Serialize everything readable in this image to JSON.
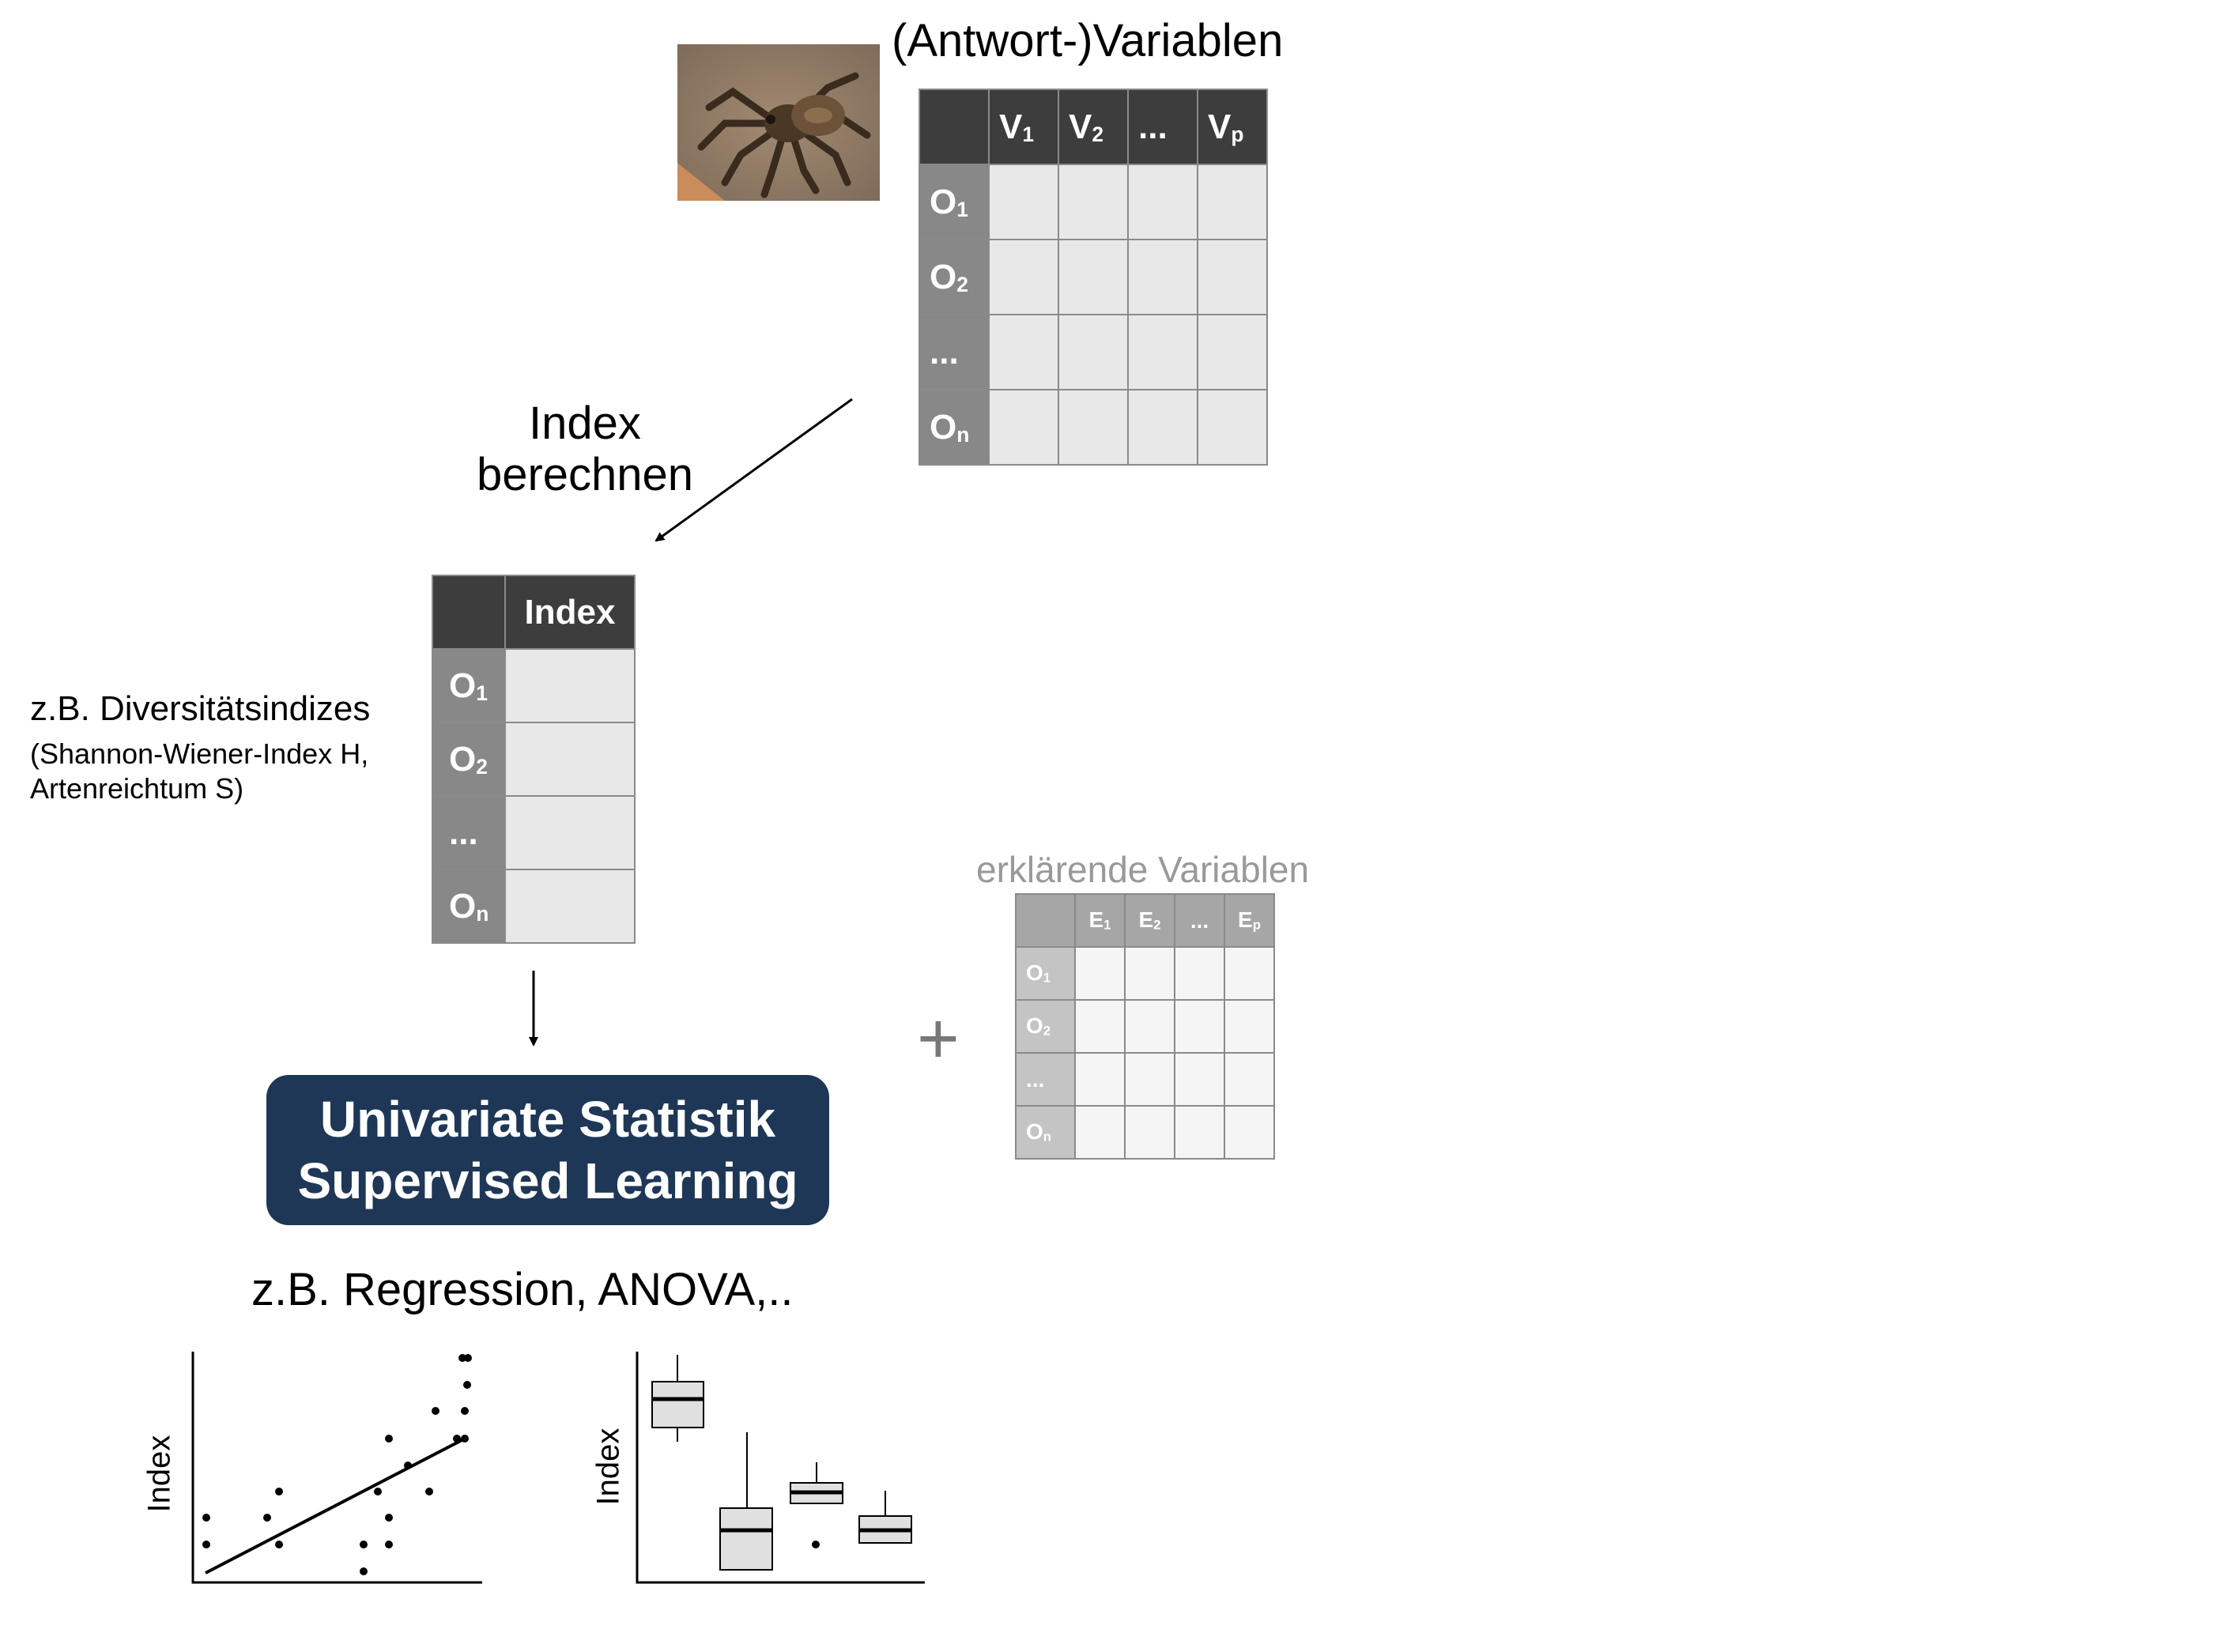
{
  "response_title": "(Antwort-)Variablen",
  "response_table": {
    "columns": [
      {
        "base": "V",
        "sub": "1"
      },
      {
        "base": "V",
        "sub": "2"
      },
      {
        "base": "...",
        "sub": ""
      },
      {
        "base": "V",
        "sub": "p"
      }
    ],
    "rows": [
      {
        "base": "O",
        "sub": "1"
      },
      {
        "base": "O",
        "sub": "2"
      },
      {
        "base": "...",
        "sub": ""
      },
      {
        "base": "O",
        "sub": "n"
      }
    ]
  },
  "index_step": {
    "line1": "Index",
    "line2": "berechnen"
  },
  "index_table": {
    "column": "Index",
    "rows": [
      {
        "base": "O",
        "sub": "1"
      },
      {
        "base": "O",
        "sub": "2"
      },
      {
        "base": "...",
        "sub": ""
      },
      {
        "base": "O",
        "sub": "n"
      }
    ]
  },
  "diversity": {
    "title": "z.B. Diversitätsindizes",
    "line1": "(Shannon-Wiener-Index H,",
    "line2": "Artenreichtum S)"
  },
  "explanatory_title": "erklärende Variablen",
  "explanatory_table": {
    "columns": [
      {
        "base": "E",
        "sub": "1"
      },
      {
        "base": "E",
        "sub": "2"
      },
      {
        "base": "...",
        "sub": ""
      },
      {
        "base": "E",
        "sub": "p"
      }
    ],
    "rows": [
      {
        "base": "O",
        "sub": "1"
      },
      {
        "base": "O",
        "sub": "2"
      },
      {
        "base": "...",
        "sub": ""
      },
      {
        "base": "O",
        "sub": "n"
      }
    ]
  },
  "plus_symbol": "+",
  "method_box": {
    "line1": "Univariate Statistik",
    "line2": "Supervised Learning"
  },
  "examples_title": "z.B. Regression, ANOVA,..",
  "scatter_ylabel": "Index",
  "boxplot_ylabel": "Index",
  "colors": {
    "method_box": "#1f3757",
    "header_dark": "#3d3d3d",
    "row_header": "#888888",
    "cell": "#e8e8e8"
  },
  "icons": {
    "photo": "spider-photo"
  }
}
